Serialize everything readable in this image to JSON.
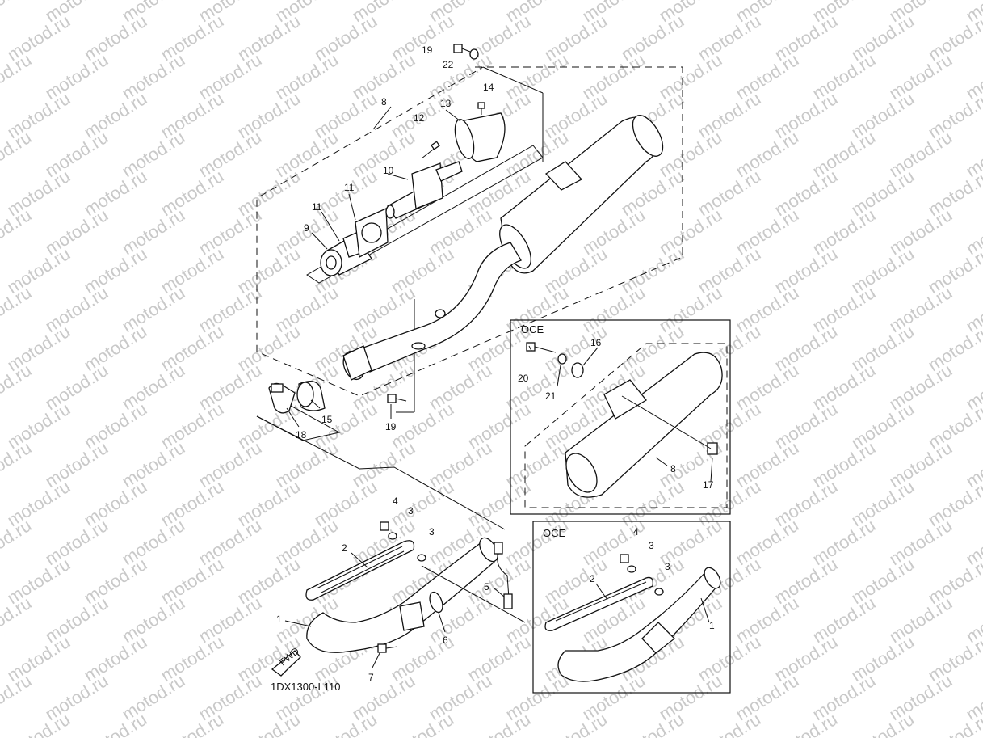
{
  "watermark": "motod.ru",
  "diagram_code": "1DX1300-L110",
  "fwd_label": "FWD",
  "inset_upper": {
    "title": "OCE"
  },
  "inset_lower": {
    "title": "OCE"
  },
  "callouts": {
    "c19a": "19",
    "c22": "22",
    "c14": "14",
    "c13": "13",
    "c8": "8",
    "c12": "12",
    "c10": "10",
    "c11a": "11",
    "c11b": "11",
    "c9": "9",
    "c15": "15",
    "c18": "18",
    "c19b": "19",
    "c4": "4",
    "c3a": "3",
    "c3b": "3",
    "c2": "2",
    "c5": "5",
    "c1": "1",
    "c6": "6",
    "c7": "7",
    "u20": "20",
    "u16": "16",
    "u21": "21",
    "u8": "8",
    "u17": "17",
    "l4": "4",
    "l3a": "3",
    "l3b": "3",
    "l2": "2",
    "l1": "1"
  }
}
